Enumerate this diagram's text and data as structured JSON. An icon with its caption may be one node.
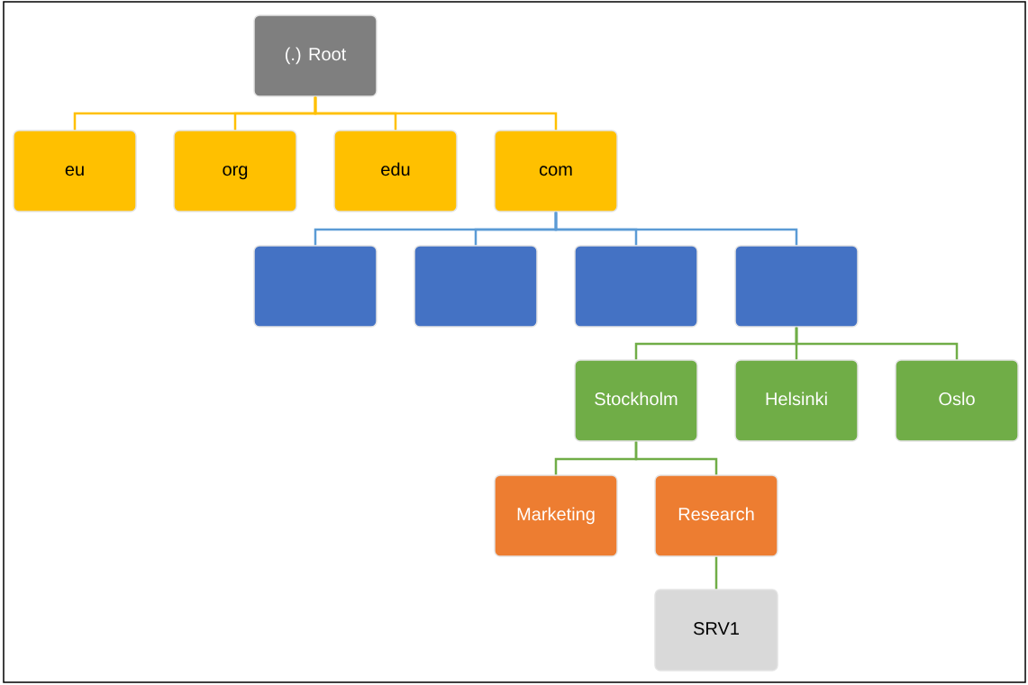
{
  "diagram": {
    "nodes": [
      {
        "text": [
          "(.) Root"
        ]
      },
      {
        "text": [
          "eu"
        ]
      },
      {
        "text": [
          "org"
        ]
      },
      {
        "text": [
          "edu"
        ]
      },
      {
        "text": [
          "com"
        ]
      },
      {
        "text": [],
        "shape": "box"
      },
      {
        "text": [],
        "shape": "box"
      },
      {
        "text": [],
        "shape": "box"
      },
      {
        "text": [],
        "shape": "box"
      },
      {
        "text": [
          "Stockholm"
        ]
      },
      {
        "text": [
          "Helsinki"
        ]
      },
      {
        "text": [
          "Oslo"
        ]
      },
      {
        "text": [
          "Marketing"
        ]
      },
      {
        "text": [
          "Research"
        ]
      },
      {
        "text": [
          "SRV1"
        ]
      }
    ],
    "edges": [
      {
        "from": 0,
        "to": 1,
        "arrow": "none",
        "color": "#ffc000"
      },
      {
        "from": 0,
        "to": 2,
        "arrow": "none",
        "color": "#ffc000"
      },
      {
        "from": 0,
        "to": 3,
        "arrow": "none",
        "color": "#ffc000"
      },
      {
        "from": 0,
        "to": 4,
        "arrow": "none",
        "color": "#ffc000"
      },
      {
        "from": 4,
        "to": 5,
        "arrow": "none",
        "color": "#5b9bd5"
      },
      {
        "from": 4,
        "to": 6,
        "arrow": "none",
        "color": "#5b9bd5"
      },
      {
        "from": 4,
        "to": 7,
        "arrow": "none",
        "color": "#5b9bd5"
      },
      {
        "from": 4,
        "to": 8,
        "arrow": "none",
        "color": "#5b9bd5"
      },
      {
        "from": 8,
        "to": 9,
        "arrow": "none"
      },
      {
        "from": 8,
        "to": 10,
        "arrow": "none"
      },
      {
        "from": 8,
        "to": 11,
        "arrow": "none"
      },
      {
        "from": 9,
        "to": 12,
        "arrow": "none"
      },
      {
        "from": 9,
        "to": 13,
        "arrow": "none"
      },
      {
        "from": 13,
        "to": 14,
        "arrow": "none"
      }
    ]
  }
}
